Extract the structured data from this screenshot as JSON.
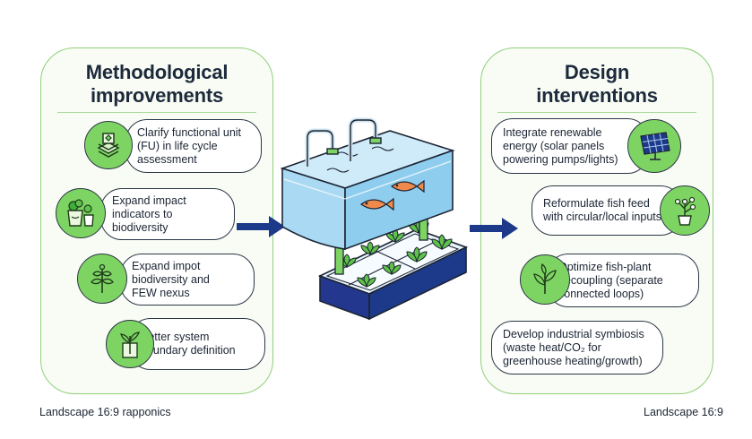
{
  "left_panel": {
    "title_line1": "Methodological",
    "title_line2": "improvements",
    "items": [
      {
        "lines": [
          "Clarify functional unit",
          "(FU) in life cycle",
          "assessment"
        ],
        "icon": "stacked-layers-icon"
      },
      {
        "lines": [
          "Expand impact",
          "indicators to",
          "biodiversity"
        ],
        "icon": "potted-plants-icon"
      },
      {
        "lines": [
          "Expand impot",
          "biodiversity and",
          "FEW nexus"
        ],
        "icon": "branching-plant-icon"
      },
      {
        "lines": [
          "Better system",
          "boundary definition"
        ],
        "icon": "plant-in-container-icon"
      }
    ]
  },
  "right_panel": {
    "title_line1": "Design",
    "title_line2": "interventions",
    "items": [
      {
        "lines": [
          "Integrate renewable",
          "energy (solar panels",
          "powering pumps/lights)"
        ],
        "icon": "solar-panel-icon"
      },
      {
        "lines": [
          "Reformulate fish feed",
          "with circular/local inputs"
        ],
        "icon": "sprouting-pot-icon"
      },
      {
        "lines": [
          "Optimize fish-plant",
          "decoupling (separate",
          "connected loops)"
        ],
        "icon": "leafy-plant-icon"
      },
      {
        "lines": [
          "Develop industrial symbiosis",
          "(waste heat/CO₂ for",
          "greenhouse heating/growth)"
        ],
        "icon": ""
      }
    ]
  },
  "captions": {
    "bottom_left": "Landscape 16:9 rapponics",
    "bottom_right": "Landscape 16:9"
  },
  "colors": {
    "accent_green": "#7ed463",
    "panel_border": "#8fd07a",
    "arrow_navy": "#1d3a8a",
    "tank_blue": "#a9d9f3"
  }
}
